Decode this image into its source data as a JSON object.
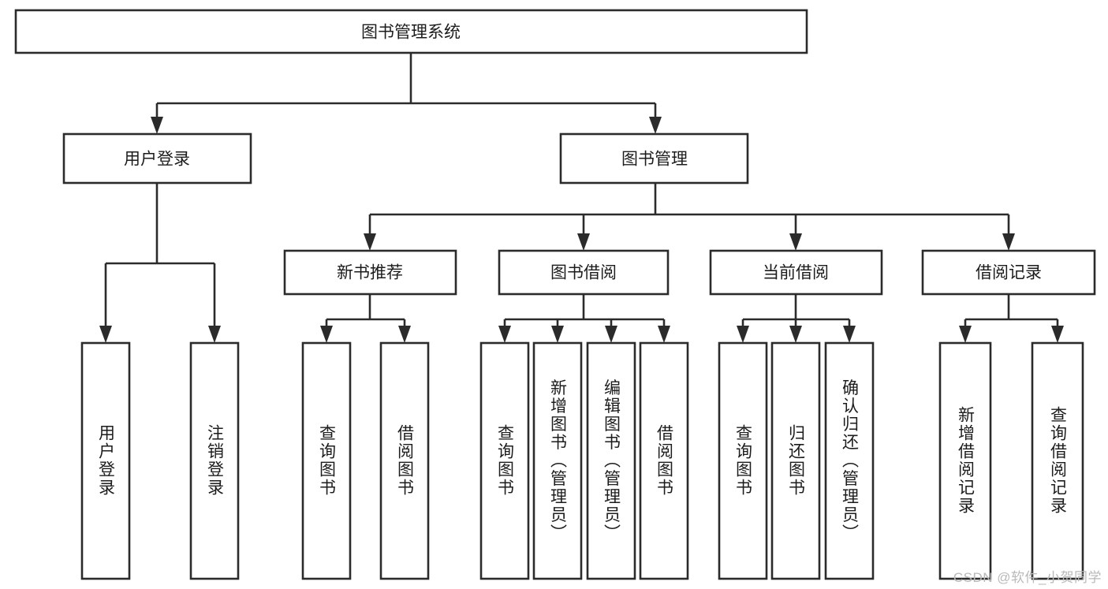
{
  "diagram": {
    "type": "tree-hierarchy",
    "title": "图书管理系统",
    "orientation": "top-down",
    "colors": {
      "box_fill": "#ffffff",
      "box_stroke": "#2b2b2b",
      "text": "#1c1c1c",
      "background": "#ffffff",
      "watermark": "#b9b9b9"
    },
    "levels": [
      {
        "level": 1,
        "nodes": [
          {
            "id": "root",
            "label": "图书管理系统",
            "text_direction": "horizontal"
          }
        ]
      },
      {
        "level": 2,
        "nodes": [
          {
            "id": "login",
            "label": "用户登录",
            "text_direction": "horizontal",
            "parent": "root"
          },
          {
            "id": "bookmgmt",
            "label": "图书管理",
            "text_direction": "horizontal",
            "parent": "root"
          }
        ]
      },
      {
        "level": 3,
        "nodes": [
          {
            "id": "newbook",
            "label": "新书推荐",
            "text_direction": "horizontal",
            "parent": "bookmgmt"
          },
          {
            "id": "borrow",
            "label": "图书借阅",
            "text_direction": "horizontal",
            "parent": "bookmgmt"
          },
          {
            "id": "current",
            "label": "当前借阅",
            "text_direction": "horizontal",
            "parent": "bookmgmt"
          },
          {
            "id": "records",
            "label": "借阅记录",
            "text_direction": "horizontal",
            "parent": "bookmgmt"
          }
        ]
      },
      {
        "level": 4,
        "nodes": [
          {
            "id": "leaf-1",
            "label": "用户登录",
            "text_direction": "vertical",
            "parent": "login"
          },
          {
            "id": "leaf-2",
            "label": "注销登录",
            "text_direction": "vertical",
            "parent": "login"
          },
          {
            "id": "leaf-3",
            "label": "查询图书",
            "text_direction": "vertical",
            "parent": "newbook"
          },
          {
            "id": "leaf-4",
            "label": "借阅图书",
            "text_direction": "vertical",
            "parent": "newbook"
          },
          {
            "id": "leaf-5",
            "label": "查询图书",
            "text_direction": "vertical",
            "parent": "borrow"
          },
          {
            "id": "leaf-6",
            "label": "新增图书（管理员）",
            "text_direction": "vertical",
            "parent": "borrow"
          },
          {
            "id": "leaf-7",
            "label": "编辑图书（管理员）",
            "text_direction": "vertical",
            "parent": "borrow"
          },
          {
            "id": "leaf-8",
            "label": "借阅图书",
            "text_direction": "vertical",
            "parent": "borrow"
          },
          {
            "id": "leaf-9",
            "label": "查询图书",
            "text_direction": "vertical",
            "parent": "current"
          },
          {
            "id": "leaf-10",
            "label": "归还图书",
            "text_direction": "vertical",
            "parent": "current"
          },
          {
            "id": "leaf-11",
            "label": "确认归还（管理员）",
            "text_direction": "vertical",
            "parent": "current"
          },
          {
            "id": "leaf-12",
            "label": "新增借阅记录",
            "text_direction": "vertical",
            "parent": "records"
          },
          {
            "id": "leaf-13",
            "label": "查询借阅记录",
            "text_direction": "vertical",
            "parent": "records"
          }
        ]
      }
    ]
  },
  "watermark": {
    "label": "CSDN @软件_小贺同学"
  }
}
